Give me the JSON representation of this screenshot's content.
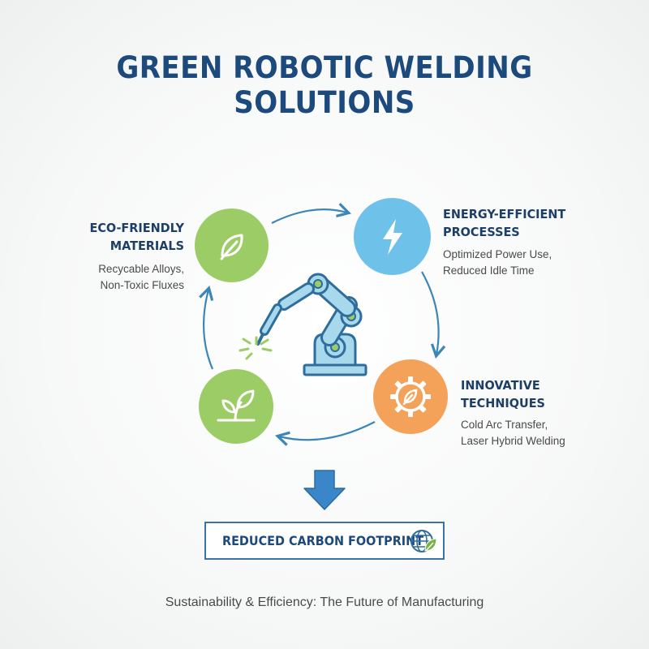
{
  "title": "GREEN ROBOTIC WELDING SOLUTIONS",
  "nodes": {
    "eco": {
      "title_line1": "ECO-FRIENDLY",
      "title_line2": "MATERIALS",
      "sub_line1": "Recycable Alloys,",
      "sub_line2": "Non-Toxic Fluxes",
      "color": "#9ccc65",
      "icon": "leaf-icon"
    },
    "energy": {
      "title_line1": "ENERGY-EFFICIENT",
      "title_line2": "PROCESSES",
      "sub_line1": "Optimized Power Use,",
      "sub_line2": "Reduced Idle Time",
      "color": "#6ec1e8",
      "icon": "lightning-icon"
    },
    "innovative": {
      "title_line1": "INNOVATIVE",
      "title_line2": "TECHNIQUES",
      "sub_line1": "Cold Arc Transfer,",
      "sub_line2": "Laser Hybrid Welding",
      "color": "#f4a259",
      "icon": "gear-leaf-icon"
    },
    "growth": {
      "color": "#9ccc65",
      "icon": "sprouting-plant-icon"
    }
  },
  "center": {
    "icon": "robotic-welding-arm-icon"
  },
  "result": {
    "arrow_icon": "down-arrow-icon",
    "label": "Reduced Carbon Footprint",
    "label_display": "REDUCED CARBON FOOTPRINT",
    "icon": "globe-leaf-icon"
  },
  "caption": "Sustainability & Efficiency: The Future of Manufacturing"
}
